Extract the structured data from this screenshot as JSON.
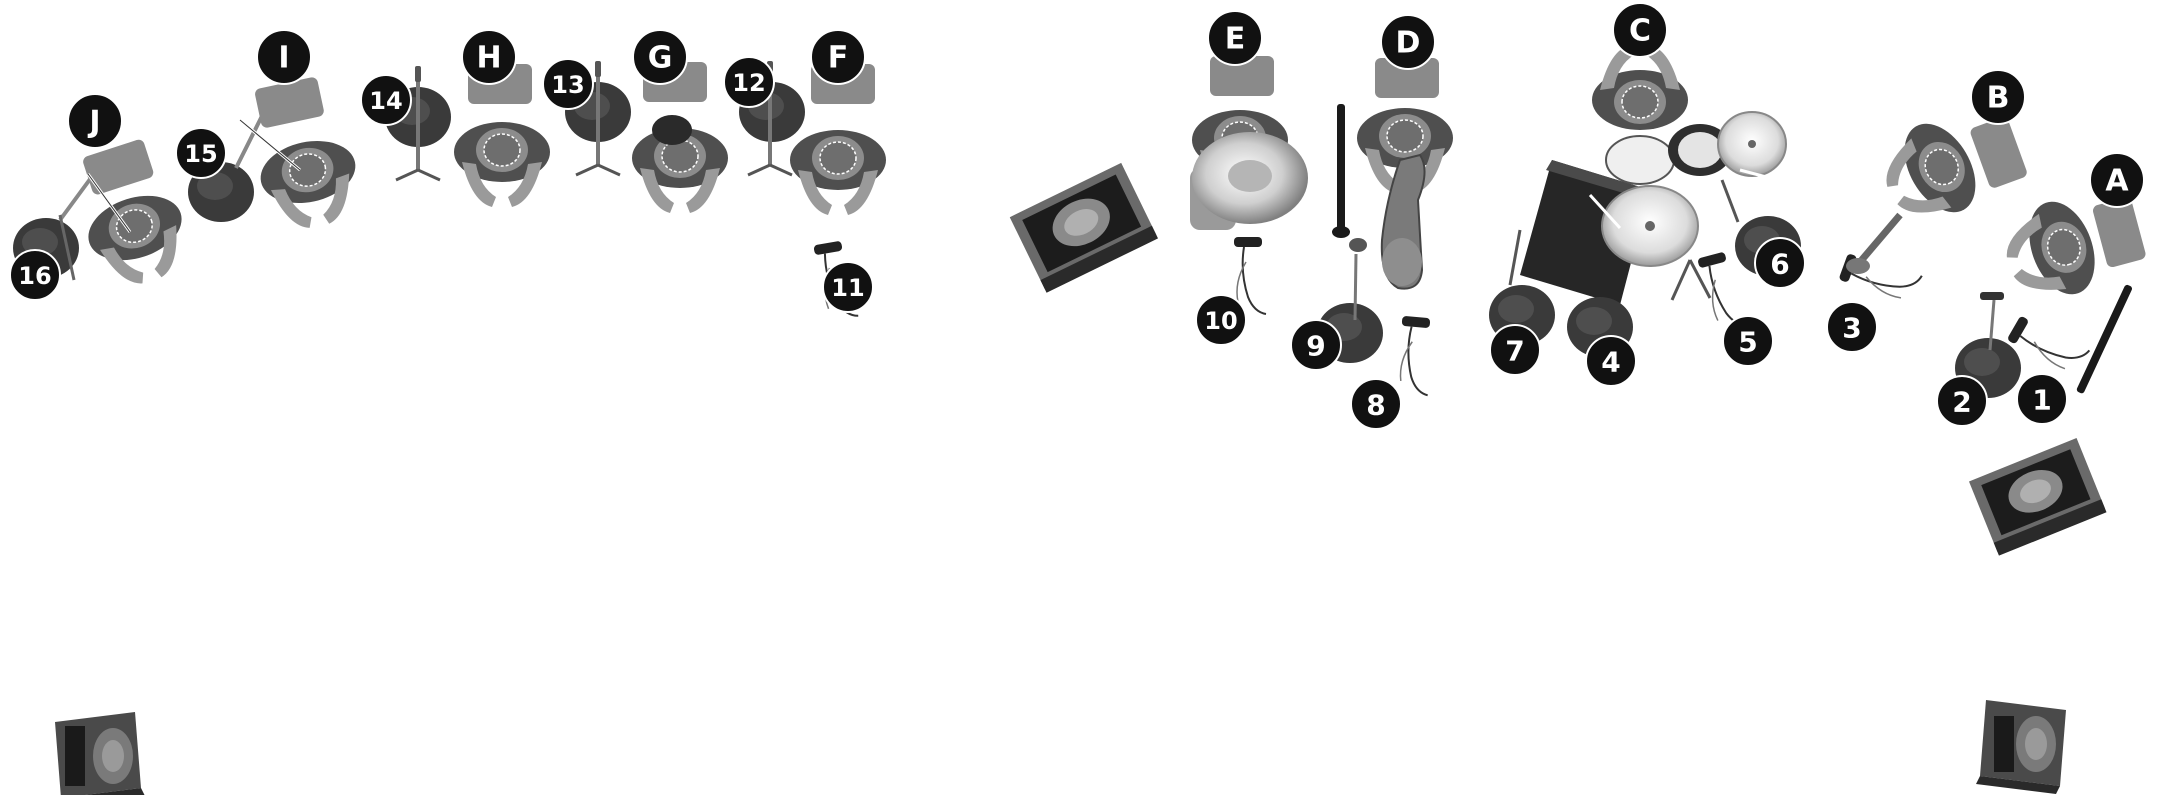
{
  "diagram": {
    "musicians": [
      "A",
      "B",
      "C",
      "D",
      "E",
      "F",
      "G",
      "H",
      "I",
      "J"
    ],
    "inputs": [
      "1",
      "2",
      "3",
      "4",
      "5",
      "6",
      "7",
      "8",
      "9",
      "10",
      "11",
      "12",
      "13",
      "14",
      "15",
      "16"
    ]
  },
  "colors": {
    "badge": "#111111",
    "badge_text": "#ffffff",
    "shirt": "#5a5a5a",
    "skin": "#9a9a9a",
    "chair": "#8a8a8a",
    "cymbal": "#e6e6e6",
    "pad": "#3a3a3a",
    "monitor": "#2a2a2a"
  },
  "icons": {
    "musician": "musician-icon",
    "chair": "chair-icon",
    "mic": "microphone-icon",
    "stand_pad": "stand-pad-icon",
    "monitor": "floor-monitor-icon",
    "speaker": "speaker-icon",
    "drum_kit": "drum-kit-icon",
    "tuba": "tuba-icon",
    "saxophone": "saxophone-icon",
    "clarinet": "clarinet-icon"
  }
}
